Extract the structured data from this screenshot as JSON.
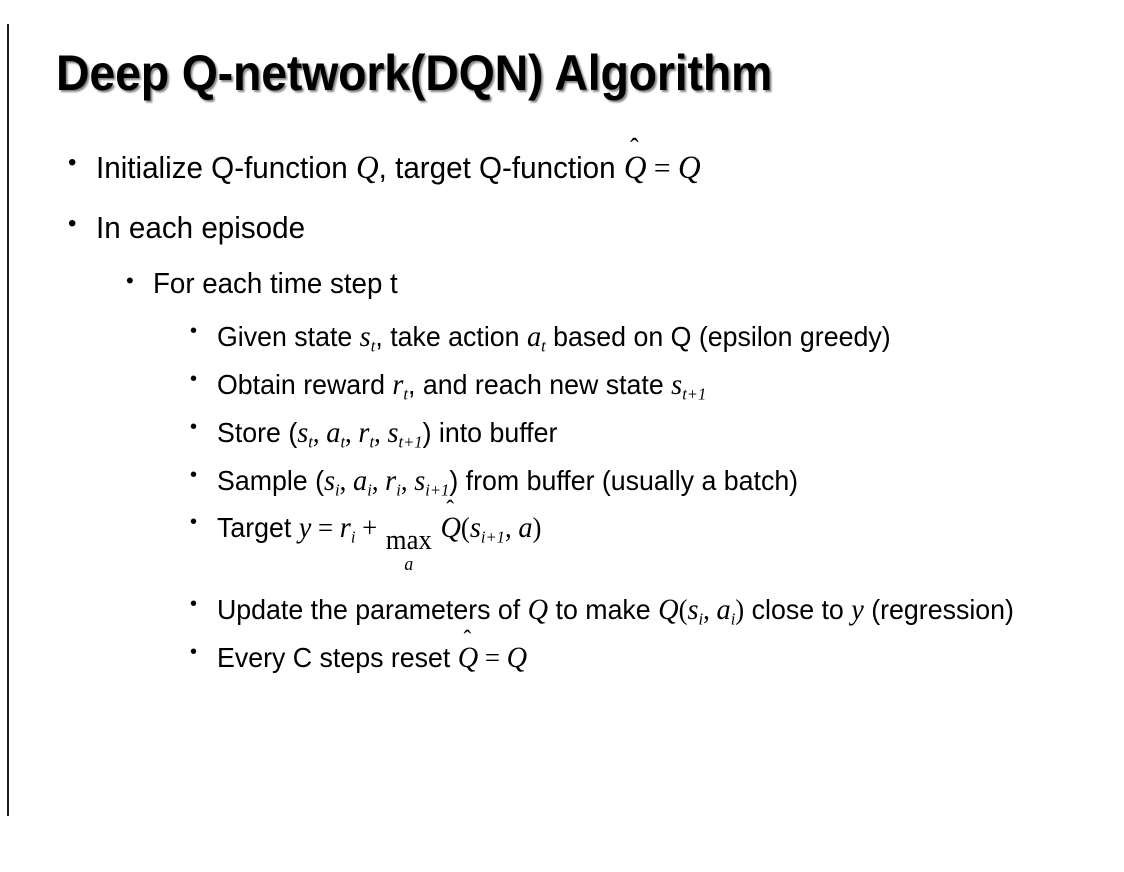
{
  "slide": {
    "title": "Deep Q-network(DQN) Algorithm",
    "background_color": "#ffffff",
    "text_color": "#000000",
    "edge_rule_color": "#1a1a1a",
    "bullet_glyph": "•"
  },
  "content": {
    "l1_initialize": {
      "pre": "Initialize Q-function ",
      "var_q1": "Q",
      "mid": ", target Q-function ",
      "hat_q": "Q",
      "hat_mark": "ˆ",
      "eq": "=",
      "var_q2": "Q"
    },
    "l1_in_each_episode": "In each episode",
    "l2_for_each_time_step": "For each time step t",
    "l3_given_state": {
      "pre": "Given state ",
      "s": "s",
      "s_sub": "t",
      "mid": ", take action ",
      "a": "a",
      "a_sub": "t",
      "post": " based on Q (epsilon greedy)"
    },
    "l3_obtain_reward": {
      "pre": "Obtain reward ",
      "r": "r",
      "r_sub": "t",
      "mid": ", and reach new state ",
      "s": "s",
      "s_sub": "t+1"
    },
    "l3_store": {
      "pre": "Store (",
      "s": "s",
      "s_sub": "t",
      "c1": ", ",
      "a": "a",
      "a_sub": "t",
      "c2": ", ",
      "r": "r",
      "r_sub": "t",
      "c3": ", ",
      "s2": "s",
      "s2_sub": "t+1",
      "post": ") into buffer"
    },
    "l3_sample": {
      "pre": "Sample (",
      "s": "s",
      "s_sub": "i",
      "c1": ", ",
      "a": "a",
      "a_sub": "i",
      "c2": ", ",
      "r": "r",
      "r_sub": "i",
      "c3": ", ",
      "s2": "s",
      "s2_sub": "i+1",
      "post": ") from buffer (usually a batch)"
    },
    "l3_target": {
      "pre": "Target ",
      "y": "y",
      "eq": "=",
      "r": "r",
      "r_sub": "i",
      "plus": "+",
      "max_op": "max",
      "max_sub": "a",
      "hat_q": "Q",
      "hat_mark": "ˆ",
      "paren_open": "(",
      "s": "s",
      "s_sub": "i+1",
      "comma": ", ",
      "a": "a",
      "paren_close": ")"
    },
    "l3_update": {
      "pre": "Update the parameters of ",
      "q1": "Q",
      "mid": " to make ",
      "q2": "Q",
      "paren_open": "(",
      "s": "s",
      "s_sub": "i",
      "comma": ", ",
      "a": "a",
      "a_sub": "i",
      "paren_close": ")",
      "post": " close to ",
      "y": "y",
      "tail": " (regression)"
    },
    "l3_every_c_steps": {
      "pre": "Every C steps reset ",
      "hat_q": "Q",
      "hat_mark": "ˆ",
      "eq": "=",
      "q": "Q"
    }
  }
}
